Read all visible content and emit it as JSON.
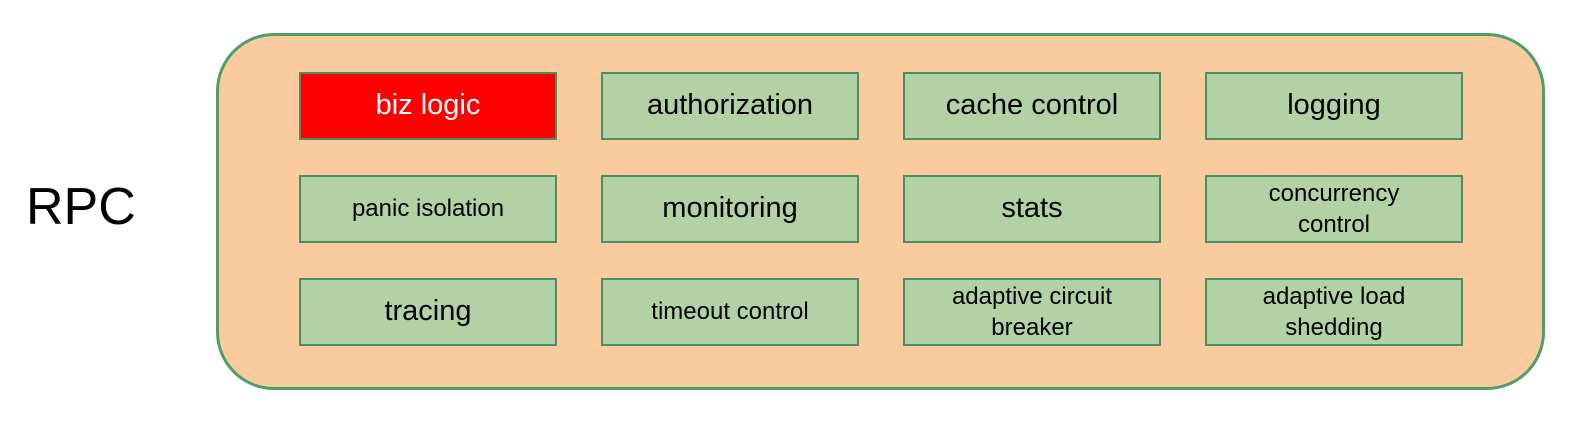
{
  "diagram": {
    "side_label": "RPC"
  },
  "boxes": [
    {
      "label": "biz logic",
      "highlighted": true
    },
    {
      "label": "authorization",
      "highlighted": false
    },
    {
      "label": "cache control",
      "highlighted": false
    },
    {
      "label": "logging",
      "highlighted": false
    },
    {
      "label": "panic isolation",
      "highlighted": false
    },
    {
      "label": "monitoring",
      "highlighted": false
    },
    {
      "label": "stats",
      "highlighted": false
    },
    {
      "label": "concurrency\ncontrol",
      "highlighted": false
    },
    {
      "label": "tracing",
      "highlighted": false
    },
    {
      "label": "timeout control",
      "highlighted": false
    },
    {
      "label": "adaptive circuit\nbreaker",
      "highlighted": false
    },
    {
      "label": "adaptive load\nshedding",
      "highlighted": false
    }
  ],
  "colors": {
    "canvas-bg": "#ffffff",
    "container-fill": "#FACB9E",
    "container-border": "#4F9E68",
    "box-fill": "#B2D2A6",
    "box-border": "#4B8F5F",
    "box-text": "#000000",
    "highlight-fill": "#FE0000",
    "highlight-text": "#ffffff",
    "label-text": "#000000"
  }
}
